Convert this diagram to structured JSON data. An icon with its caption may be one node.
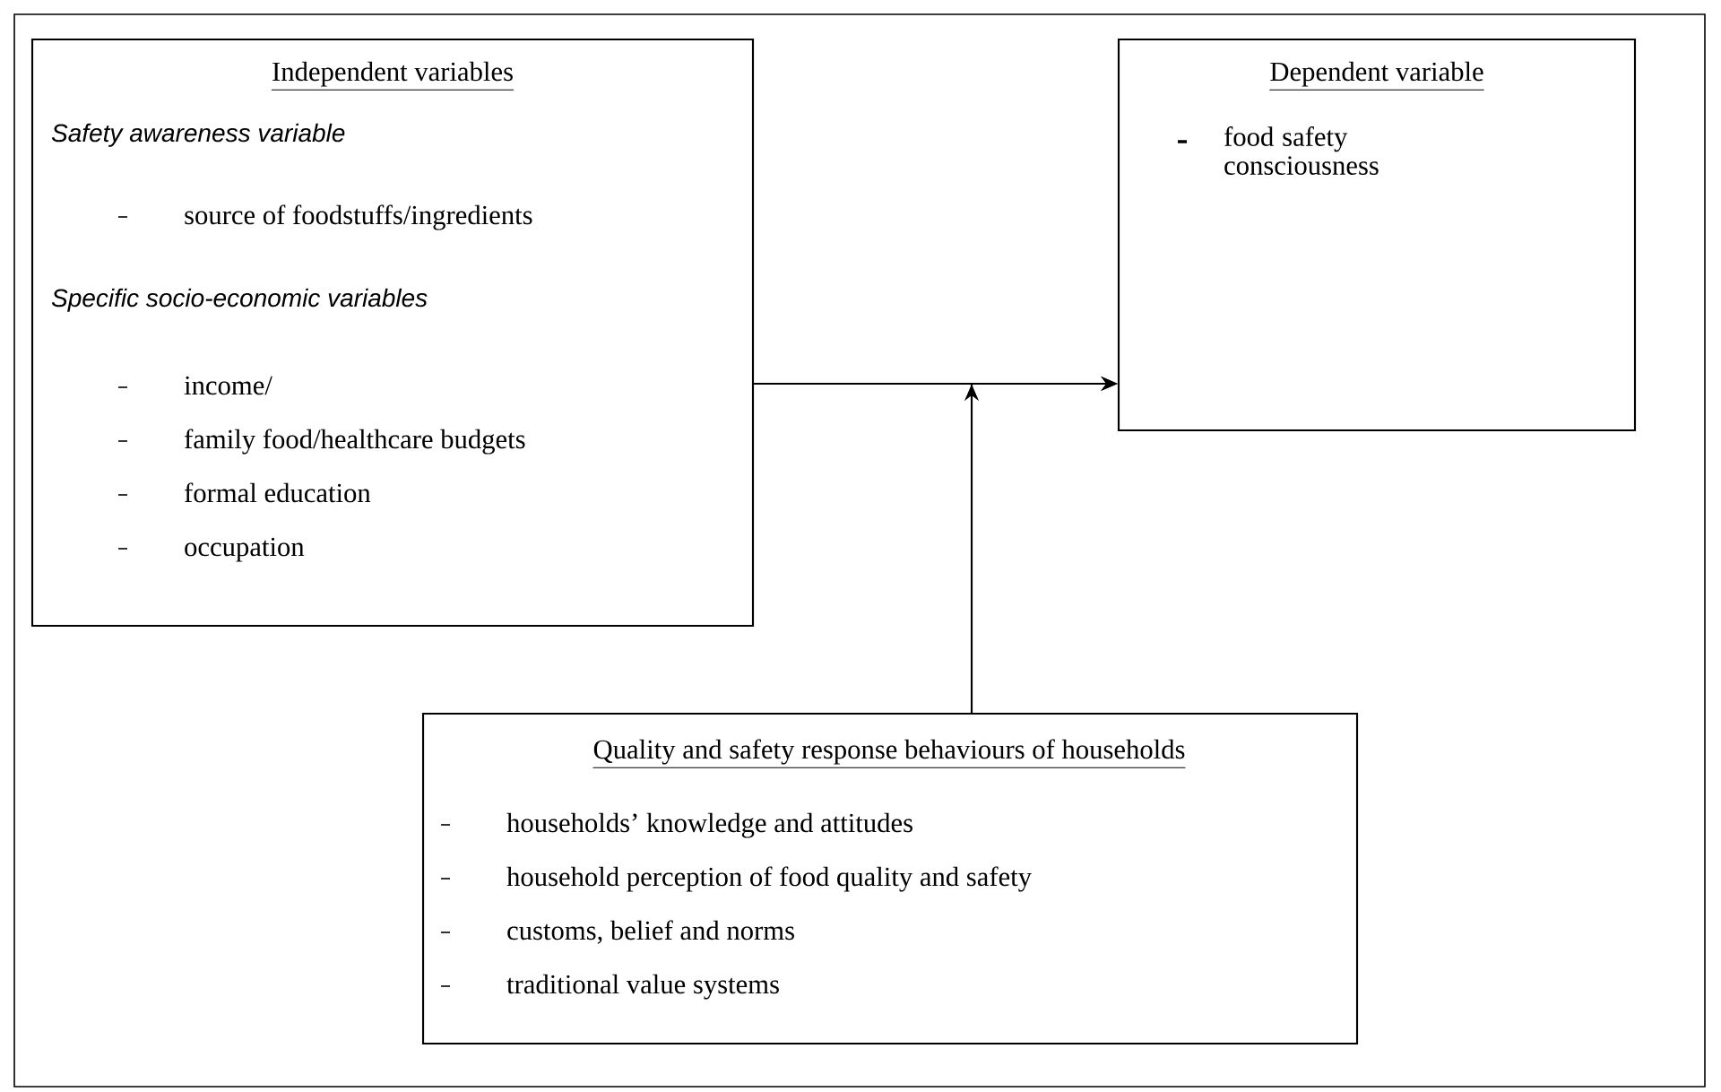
{
  "diagram": {
    "nodes": [
      {
        "text": [
          "Independent variables",
          "Safety awareness variable",
          "source of foodstuffs/ingredients",
          "Specific socio-economic variables",
          "income/",
          "family food/healthcare budgets",
          "formal education",
          "occupation"
        ]
      },
      {
        "text": [
          "Dependent variable",
          "food safety consciousness"
        ]
      },
      {
        "text": [
          "Quality and safety response behaviours of households",
          "households’ knowledge and attitudes",
          "household perception of food quality and safety",
          "customs, belief and norms",
          "traditional value systems"
        ]
      }
    ],
    "edges": [
      {
        "from": 0,
        "to": 1,
        "arrow": "to"
      },
      {
        "from": 2,
        "to": 1,
        "arrow": "to"
      }
    ]
  }
}
